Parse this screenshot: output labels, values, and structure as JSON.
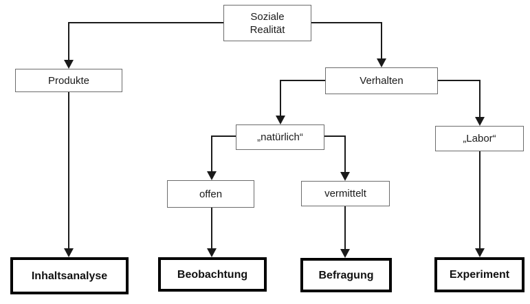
{
  "diagram": {
    "nodes": {
      "soziale_realitaet": {
        "label": "Soziale\nRealität"
      },
      "produkte": {
        "label": "Produkte"
      },
      "verhalten": {
        "label": "Verhalten"
      },
      "natuerlich": {
        "label": "„natürlich“"
      },
      "labor": {
        "label": "„Labor“"
      },
      "offen": {
        "label": "offen"
      },
      "vermittelt": {
        "label": "vermittelt"
      },
      "inhaltsanalyse": {
        "label": "Inhaltsanalyse"
      },
      "beobachtung": {
        "label": "Beobachtung"
      },
      "befragung": {
        "label": "Befragung"
      },
      "experiment": {
        "label": "Experiment"
      }
    },
    "edges": [
      {
        "from": "soziale_realitaet",
        "to": "produkte"
      },
      {
        "from": "soziale_realitaet",
        "to": "verhalten"
      },
      {
        "from": "verhalten",
        "to": "natuerlich"
      },
      {
        "from": "verhalten",
        "to": "labor"
      },
      {
        "from": "natuerlich",
        "to": "offen"
      },
      {
        "from": "natuerlich",
        "to": "vermittelt"
      },
      {
        "from": "produkte",
        "to": "inhaltsanalyse"
      },
      {
        "from": "offen",
        "to": "beobachtung"
      },
      {
        "from": "vermittelt",
        "to": "befragung"
      },
      {
        "from": "labor",
        "to": "experiment"
      }
    ],
    "colors": {
      "background": "#ffffff",
      "line": "#1a1a1a",
      "thin_box_border": "#6b6b6b",
      "bold_box_border": "#000000",
      "text": "#1a1a1a"
    }
  }
}
